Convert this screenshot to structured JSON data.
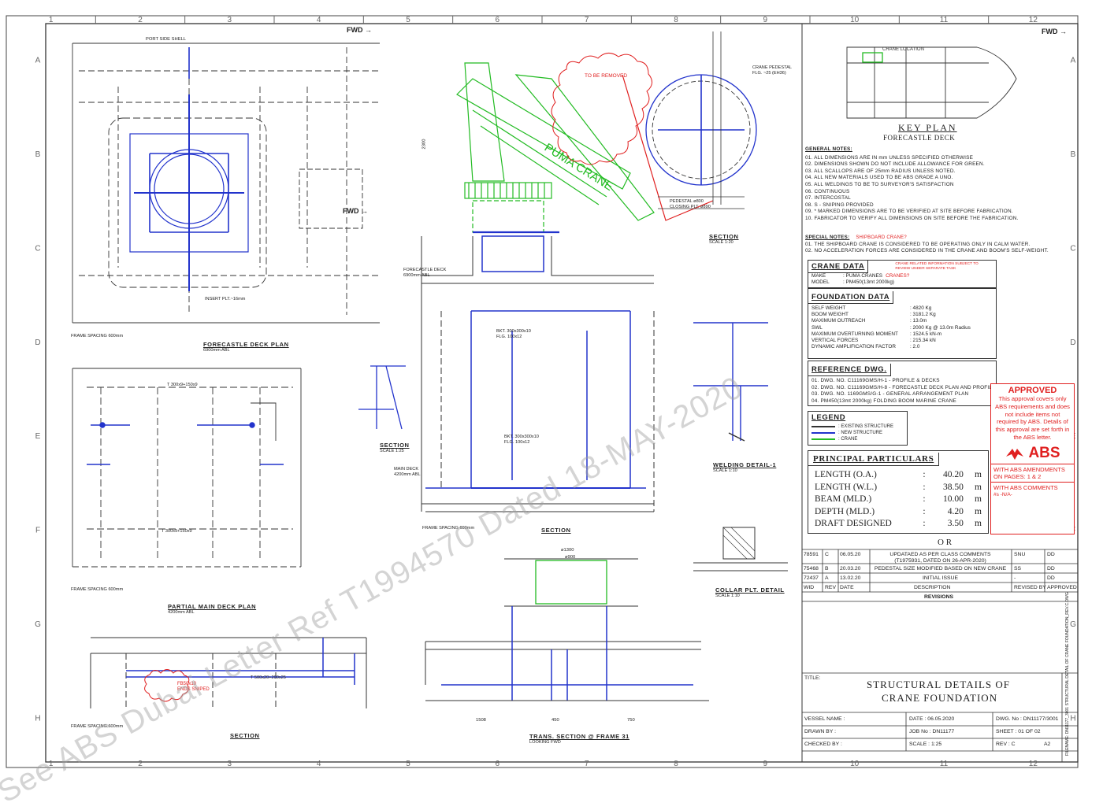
{
  "grid": {
    "cols": [
      "1",
      "2",
      "3",
      "4",
      "5",
      "6",
      "7",
      "8",
      "9",
      "10",
      "11",
      "12"
    ],
    "rows": [
      "A",
      "B",
      "C",
      "D",
      "E",
      "F",
      "G",
      "H"
    ]
  },
  "fwd_label": "FWD",
  "views": {
    "forecastle_plan": "FORECASTLE DECK PLAN",
    "forecastle_plan_sub": "6900mm ABL",
    "partial_main": "PARTIAL MAIN DECK PLAN",
    "partial_main_sub": "4200mm ABL",
    "section_3g": "SECTION",
    "section_7e": "SECTION",
    "section_7e_scale": "SCALE 1:25",
    "section_6f": "SECTION",
    "section_8c": "SECTION",
    "section_8c_scale": "SCALE 1:20",
    "trans_section": "TRANS. SECTION @ FRAME 31",
    "trans_section_sub": "LOOKING FWD",
    "welding_detail": "WELDING DETAIL-1",
    "welding_scale": "SCALE 1:10",
    "collar_detail": "COLLAR PLT. DETAIL",
    "collar_scale": "SCALE 1:10",
    "frame_spacing": "FRAME SPACING 600mm"
  },
  "labels": {
    "port_side_shell": "PORT SIDE SHELL",
    "crane_pedestal": "CRANE PEDESTAL",
    "crane_pedestal_flg": "FLG. ~25 (EH36)",
    "to_be_removed": "TO BE REMOVED",
    "puma_crane": "PUMA CRANE",
    "forecastle_deck": "FORECASTLE DECK",
    "forecastle_deck_abl": "6900mm ABL",
    "main_deck": "MAIN DECK",
    "main_deck_abl": "4200mm ABL",
    "pedestal_dia": "PEDESTAL ø800",
    "closing_plt": "CLOSING PLT. ø890",
    "fb_ends": "FB50x10",
    "ends_sniped": "ENDS SNIPED",
    "insert_plt": "INSERT PLT.~16mm",
    "bkt_a": "BKT. 300x300x10",
    "bkt_a_flg": "FLG. 100x12",
    "t_section": "T 300x9+150x9",
    "t_section_b": "T 500x20+200x25",
    "dim_1300": "ø1300",
    "dim_900": "ø900",
    "dim_450": "450",
    "dim_750": "750",
    "dim_1508": "1508",
    "dim_2300": "2300"
  },
  "key_plan": {
    "title": "KEY PLAN",
    "subtitle": "FORECASTLE DECK",
    "crane_location": "CRANE LOCATION"
  },
  "general_notes": {
    "title": "GENERAL NOTES:",
    "items": [
      "01.  ALL DIMENSIONS ARE IN mm UNLESS SPECIFIED OTHERWISE",
      "02.  DIMENSIONS SHOWN DO NOT INCLUDE ALLOWANCE FOR GREEN.",
      "03.  ALL SCALLOPS ARE OF 25mm RADIUS UNLESS NOTED.",
      "04.  ALL NEW MATERIALS USED TO BE ABS GRADE A UNO.",
      "05.  ALL WELDINGS TO BE TO SURVEYOR'S SATISFACTION",
      "06.                 CONTINUOUS",
      "07.                 INTERCOSTAL",
      "08.  S  -  SNIPING PROVIDED",
      "09.  * MARKED DIMENSIONS ARE TO BE VERIFIED AT SITE BEFORE FABRICATION.",
      "10.  FABRICATOR TO VERIFY ALL DIMENSIONS ON SITE BEFORE THE FABRICATION."
    ]
  },
  "special_notes": {
    "title": "SPECIAL NOTES:",
    "markup": "SHIPBOARD CRANE?",
    "items": [
      "01.  THE SHIPBOARD CRANE IS CONSIDERED TO BE OPERATING ONLY IN CALM WATER.",
      "02.  NO ACCELERATION FORCES ARE CONSIDERED IN THE CRANE AND BOOM'S SELF-WEIGHT."
    ]
  },
  "crane_data": {
    "title": "CRANE DATA",
    "markup_a": "CRANES?",
    "markup_b": "CRANE RELATED INFORMATION SUBJECT TO REVIEW UNDER SEPARATE TASK",
    "rows": [
      {
        "k": "MAKE",
        "v": ":  PUMA CRANES"
      },
      {
        "k": "MODEL",
        "v": ":  PM450(13mt 2000kg)"
      }
    ]
  },
  "foundation_data": {
    "title": "FOUNDATION DATA",
    "rows": [
      {
        "k": "SELF WEIGHT",
        "v": ":  4820 Kg"
      },
      {
        "k": "BOOM WEIGHT",
        "v": ":  3181.2 Kg"
      },
      {
        "k": "MAXIMUM OUTREACH",
        "v": ":  13.0m"
      },
      {
        "k": "SWL",
        "v": ":  2000 Kg @ 13.0m Radius"
      },
      {
        "k": "MAXIMUM OVERTURNING MOMENT",
        "v": ":  1524.5 kN-m"
      },
      {
        "k": "VERTICAL FORCES",
        "v": ":  215.34 kN"
      },
      {
        "k": "DYNAMIC AMPLIFICATION FACTOR",
        "v": ":  2.0"
      }
    ]
  },
  "reference": {
    "title": "REFERENCE DWG.",
    "items": [
      "01.  DWG. NO. C11169GMS/H-1  -  PROFILE & DECKS",
      "02.  DWG. NO. C11169GMS/H-8  -  FORECASTLE DECK PLAN AND PROFILE",
      "03.  DWG. NO. 1169GMS/G-1  -  GENERAL ARRANGEMENT PLAN",
      "04.  PM450(13mt 2000kg) FOLDING BOOM MARINE CRANE"
    ]
  },
  "legend": {
    "title": "LEGEND",
    "items": [
      {
        "label": ": EXISTING STRUCTURE",
        "color": "#333333"
      },
      {
        "label": ": NEW STRUCTURE",
        "color": "#2233cc"
      },
      {
        "label": ": CRANE",
        "color": "#22bb22"
      }
    ]
  },
  "principal": {
    "title": "PRINCIPAL PARTICULARS",
    "rows": [
      {
        "k": "LENGTH  (O.A.)",
        "v": "40.20",
        "u": "m"
      },
      {
        "k": "LENGTH  (W.L.)",
        "v": "38.50",
        "u": "m"
      },
      {
        "k": "BEAM  (MLD.)",
        "v": "10.00",
        "u": "m"
      },
      {
        "k": "DEPTH  (MLD.)",
        "v": "4.20",
        "u": "m"
      },
      {
        "k": "DRAFT  DESIGNED",
        "v": "3.50",
        "u": "m"
      }
    ]
  },
  "approval": {
    "title": "APPROVED",
    "text": "This approval covers only ABS requirements and does not include items not required by ABS. Details of this approval are set forth in the ABS letter.",
    "logo": "ABS",
    "amend": "WITH ABS AMENDMENTS ON PAGES: 1 & 2",
    "comments": "WITH ABS COMMENTS",
    "comments_val": "#s     -N/A-"
  },
  "revisions": {
    "title": "REVISIONS",
    "headers": [
      "WID",
      "REV",
      "DATE",
      "DESCRIPTION",
      "REVISED BY",
      "APPROVED"
    ],
    "rows": [
      {
        "wid": "78591",
        "rev": "C",
        "date": "06.05.20",
        "desc": "UPDATAED AS PER CLASS COMMENTS",
        "desc2": "(T1975931, DATED ON 26-APR-2020)",
        "by": "SNU",
        "app": "DD"
      },
      {
        "wid": "75468",
        "rev": "B",
        "date": "20.03.20",
        "desc": "PEDESTAL SIZE MODIFIED BASED ON NEW CRANE",
        "desc2": "",
        "by": "SS",
        "app": "DD"
      },
      {
        "wid": "72437",
        "rev": "A",
        "date": "13.02.20",
        "desc": "INITIAL ISSUE",
        "desc2": "",
        "by": "-",
        "app": "DD"
      }
    ]
  },
  "title_block": {
    "title_label": "TITLE:",
    "title_line1": "STRUCTURAL DETAILS OF",
    "title_line2": "CRANE FOUNDATION",
    "vessel_name": "VESSEL NAME :",
    "drawn_by": "DRAWN BY  :",
    "checked_by": "CHECKED BY :",
    "date": "DATE    :  06.05.2020",
    "job_no": "JOB No  :  DN11177",
    "scale": "SCALE   :  1:25",
    "dwg_no": "DWG. No : DN11177/3001",
    "sheet": "SHEET   : 01 OF 02",
    "rev": "REV     :  C",
    "size": "A2",
    "file": "FILENAME: DN11177_3001 STRUCTURAL DETAIL OF CRANE FOUNDATION_REV.C.DWG"
  },
  "watermark": "See ABS Dubai Letter Ref T1994570 Dated 18-MAY-2020"
}
